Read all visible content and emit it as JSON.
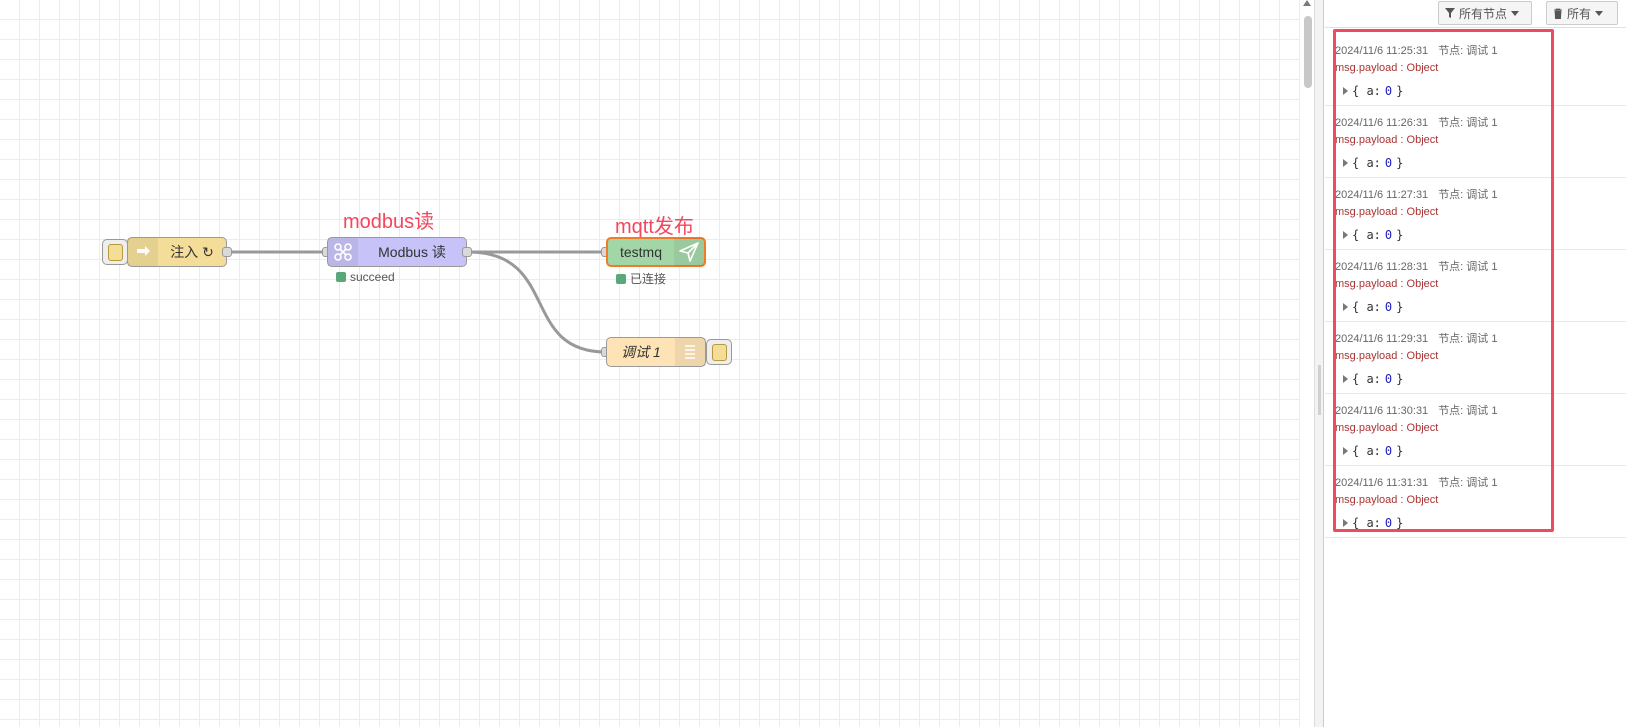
{
  "flow": {
    "nodes": {
      "inject": {
        "label": "注入 ↻",
        "color": "#f3dd98"
      },
      "modbus": {
        "label": "Modbus 读",
        "status": "succeed",
        "color": "#c7c2f7"
      },
      "mqtt": {
        "label": "testmq",
        "status": "已连接",
        "color": "#a3d6a6"
      },
      "debug": {
        "label": "调试 1",
        "color": "#fde3b5"
      }
    },
    "annotations": {
      "modbus": "modbus读",
      "mqtt": "mqtt发布"
    }
  },
  "sidebar": {
    "filter_button": "所有节点",
    "clear_button": "所有",
    "messages": [
      {
        "time": "2024/11/6 11:25:31",
        "node": "节点: 调试 1",
        "topic": "msg.payload : Object",
        "payload_key": "{ a: ",
        "payload_val": "0",
        "payload_end": " }"
      },
      {
        "time": "2024/11/6 11:26:31",
        "node": "节点: 调试 1",
        "topic": "msg.payload : Object",
        "payload_key": "{ a: ",
        "payload_val": "0",
        "payload_end": " }"
      },
      {
        "time": "2024/11/6 11:27:31",
        "node": "节点: 调试 1",
        "topic": "msg.payload : Object",
        "payload_key": "{ a: ",
        "payload_val": "0",
        "payload_end": " }"
      },
      {
        "time": "2024/11/6 11:28:31",
        "node": "节点: 调试 1",
        "topic": "msg.payload : Object",
        "payload_key": "{ a: ",
        "payload_val": "0",
        "payload_end": " }"
      },
      {
        "time": "2024/11/6 11:29:31",
        "node": "节点: 调试 1",
        "topic": "msg.payload : Object",
        "payload_key": "{ a: ",
        "payload_val": "0",
        "payload_end": " }"
      },
      {
        "time": "2024/11/6 11:30:31",
        "node": "节点: 调试 1",
        "topic": "msg.payload : Object",
        "payload_key": "{ a: ",
        "payload_val": "0",
        "payload_end": " }"
      },
      {
        "time": "2024/11/6 11:31:31",
        "node": "节点: 调试 1",
        "topic": "msg.payload : Object",
        "payload_key": "{ a: ",
        "payload_val": "0",
        "payload_end": " }"
      }
    ]
  },
  "colors": {
    "highlight": "#ef4a5f",
    "status_ok": "#5aa77a"
  }
}
